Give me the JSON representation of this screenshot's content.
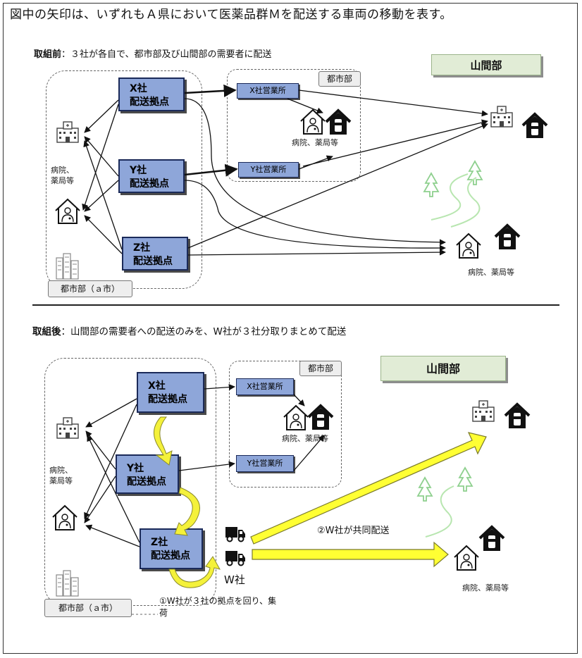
{
  "title": "図中の矢印は、いずれもＡ県において医薬品群Ｍを配送する車両の移動を表す。",
  "before": {
    "heading_prefix": "取組前",
    "heading_text": "：３社が各自で、都市部及び山間部の需要者に配送",
    "area_urban_label": "都市部（ａ市）",
    "area_city_label": "都市部",
    "mountain_label": "山間部",
    "depot_x": [
      "X社",
      "配送拠点"
    ],
    "depot_y": [
      "Y社",
      "配送拠点"
    ],
    "depot_z": [
      "Z社",
      "配送拠点"
    ],
    "office_x": "X社営業所",
    "office_y": "Y社営業所",
    "urban_demand_label": [
      "病院、",
      "薬局等"
    ],
    "city_demand_label": "病院、薬局等",
    "mountain_demand_label": "病院、薬局等"
  },
  "after": {
    "heading_prefix": "取組後",
    "heading_text": "：山間部の需要者への配送のみを、W社が３社分取りまとめて配送",
    "area_urban_label": "都市部（ａ市）",
    "area_city_label": "都市部",
    "mountain_label": "山間部",
    "depot_x": [
      "X社",
      "配送拠点"
    ],
    "depot_y": [
      "Y社",
      "配送拠点"
    ],
    "depot_z": [
      "Z社",
      "配送拠点"
    ],
    "office_x": "X社営業所",
    "office_y": "Y社営業所",
    "urban_demand_label": [
      "病院、",
      "薬局等"
    ],
    "city_demand_label": "病院、薬局等",
    "mountain_demand_label": "病院、薬局等",
    "w_company_label": "W社",
    "joint_delivery_label": "②W社が共同配送",
    "pickup_note": [
      "①W社が３社の拠点を回り、集",
      "荷"
    ]
  },
  "colors": {
    "depot_fill": "#8ea6d9",
    "depot_border": "#1b2a59",
    "mountain_banner": "#e1ecd6",
    "joint_arrow": "#ffff33",
    "tree_green": "#8fd08f"
  },
  "icons": [
    "hospital-icon",
    "pharmacy-icon",
    "doctor-icon",
    "buildings-icon",
    "tree-icon",
    "truck-icon"
  ]
}
